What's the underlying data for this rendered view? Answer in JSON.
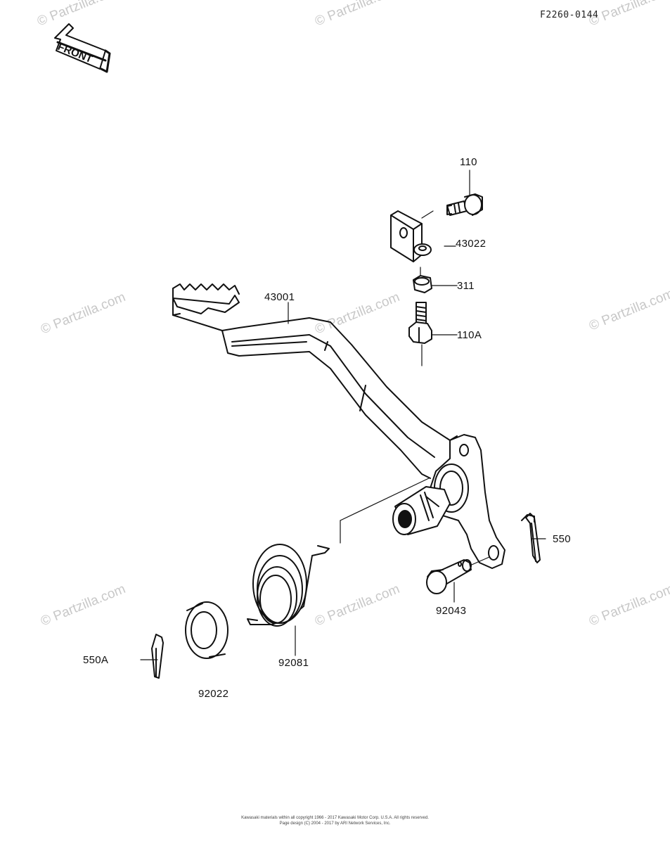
{
  "diagram_code": "F2260-0144",
  "front_label": "FRONT",
  "watermark": "© Partzilla.com",
  "parts": {
    "p110": "110",
    "p43022": "43022",
    "p311": "311",
    "p110A": "110A",
    "p43001": "43001",
    "p550": "550",
    "p92043": "92043",
    "p92081": "92081",
    "p550A": "550A",
    "p92022": "92022"
  },
  "copyright": {
    "line1": "Kawasaki materials within all copyright 1966 - 2017  Kawasaki Motor Corp. U.S.A.  All rights reserved.",
    "line2": "Page design (C) 2004 - 2017 by ARI Network Services, Inc."
  }
}
